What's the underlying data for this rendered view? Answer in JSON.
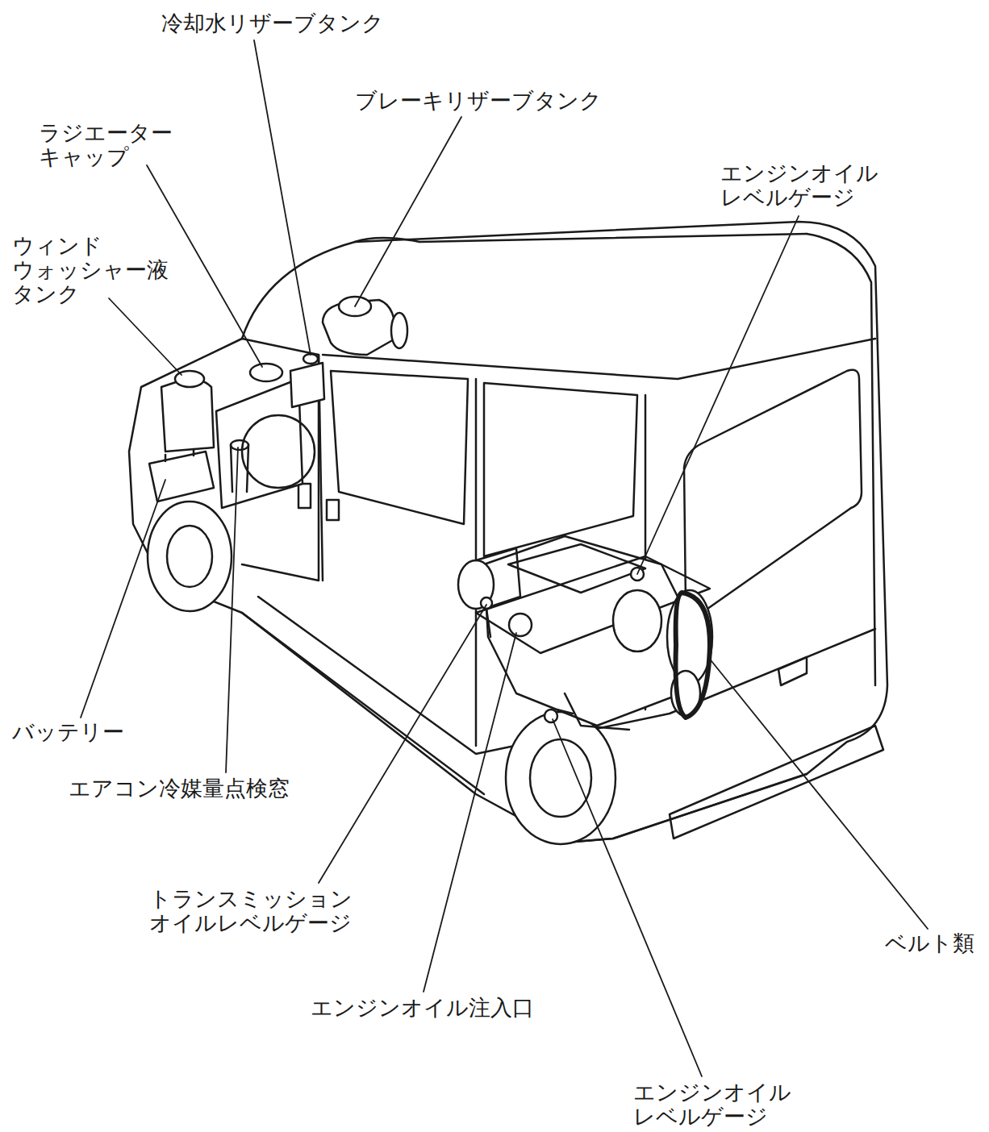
{
  "diagram": {
    "labels": [
      "冷却水リザーブタンク",
      "ブレーキリザーブタンク",
      "ラジエーター キャップ",
      "エンジンオイル レベルゲージ",
      "ウィンド ウォッシャー液 タンク",
      "バッテリー",
      "エアコン冷媒量点検窓",
      "トランスミッション オイルレベルゲージ",
      "ベルト類",
      "エンジンオイル注入口",
      "エンジンオイル レベルゲージ"
    ]
  }
}
